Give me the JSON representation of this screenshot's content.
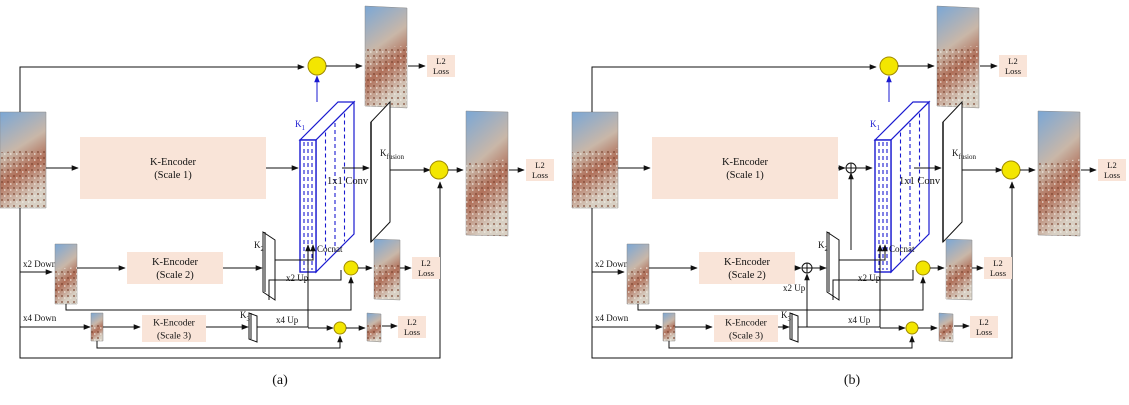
{
  "colors": {
    "encoder_fill": "#f9e4d8",
    "loss_fill": "#f9e4d8",
    "circle_fill": "#f3e600",
    "circle_stroke": "#a08a00",
    "blue": "#1a1ad0",
    "line": "#111111",
    "sky": "#5f93c8"
  },
  "panels": [
    {
      "caption": "(a)",
      "encoders": [
        {
          "line1": "K-Encoder",
          "line2": "(Scale 1)"
        },
        {
          "line1": "K-Encoder",
          "line2": "(Scale 2)"
        },
        {
          "line1": "K-Encoder",
          "line2": "(Scale 3)"
        }
      ],
      "labels": {
        "x2down": "x2 Down",
        "x4down": "x4 Down",
        "x2up": "x2 Up",
        "x4up": "x4 Up",
        "k1": "K",
        "k1sub": "1",
        "k2": "K",
        "k2sub": "2",
        "k3": "K",
        "k3sub": "3",
        "kfusion": "K",
        "kfusionsub": "fusion",
        "conv": "1x1 Conv",
        "concat": "Cocnat"
      },
      "loss": {
        "line1": "L2",
        "line2": "Loss"
      },
      "x2up_extra": ""
    },
    {
      "caption": "(b)",
      "encoders": [
        {
          "line1": "K-Encoder",
          "line2": "(Scale 1)"
        },
        {
          "line1": "K-Encoder",
          "line2": "(Scale 2)"
        },
        {
          "line1": "K-Encoder",
          "line2": "(Scale 3)"
        }
      ],
      "labels": {
        "x2down": "x2 Down",
        "x4down": "x4 Down",
        "x2up": "x2 Up",
        "x4up": "x4 Up",
        "k1": "K",
        "k1sub": "1",
        "k2": "K",
        "k2sub": "2",
        "k3": "K",
        "k3sub": "3",
        "kfusion": "K",
        "kfusionsub": "fusion",
        "conv": "1x1 Conv",
        "concat": "Cocnat"
      },
      "loss": {
        "line1": "L2",
        "line2": "Loss"
      },
      "x2up_extra": "x2 Up"
    }
  ]
}
